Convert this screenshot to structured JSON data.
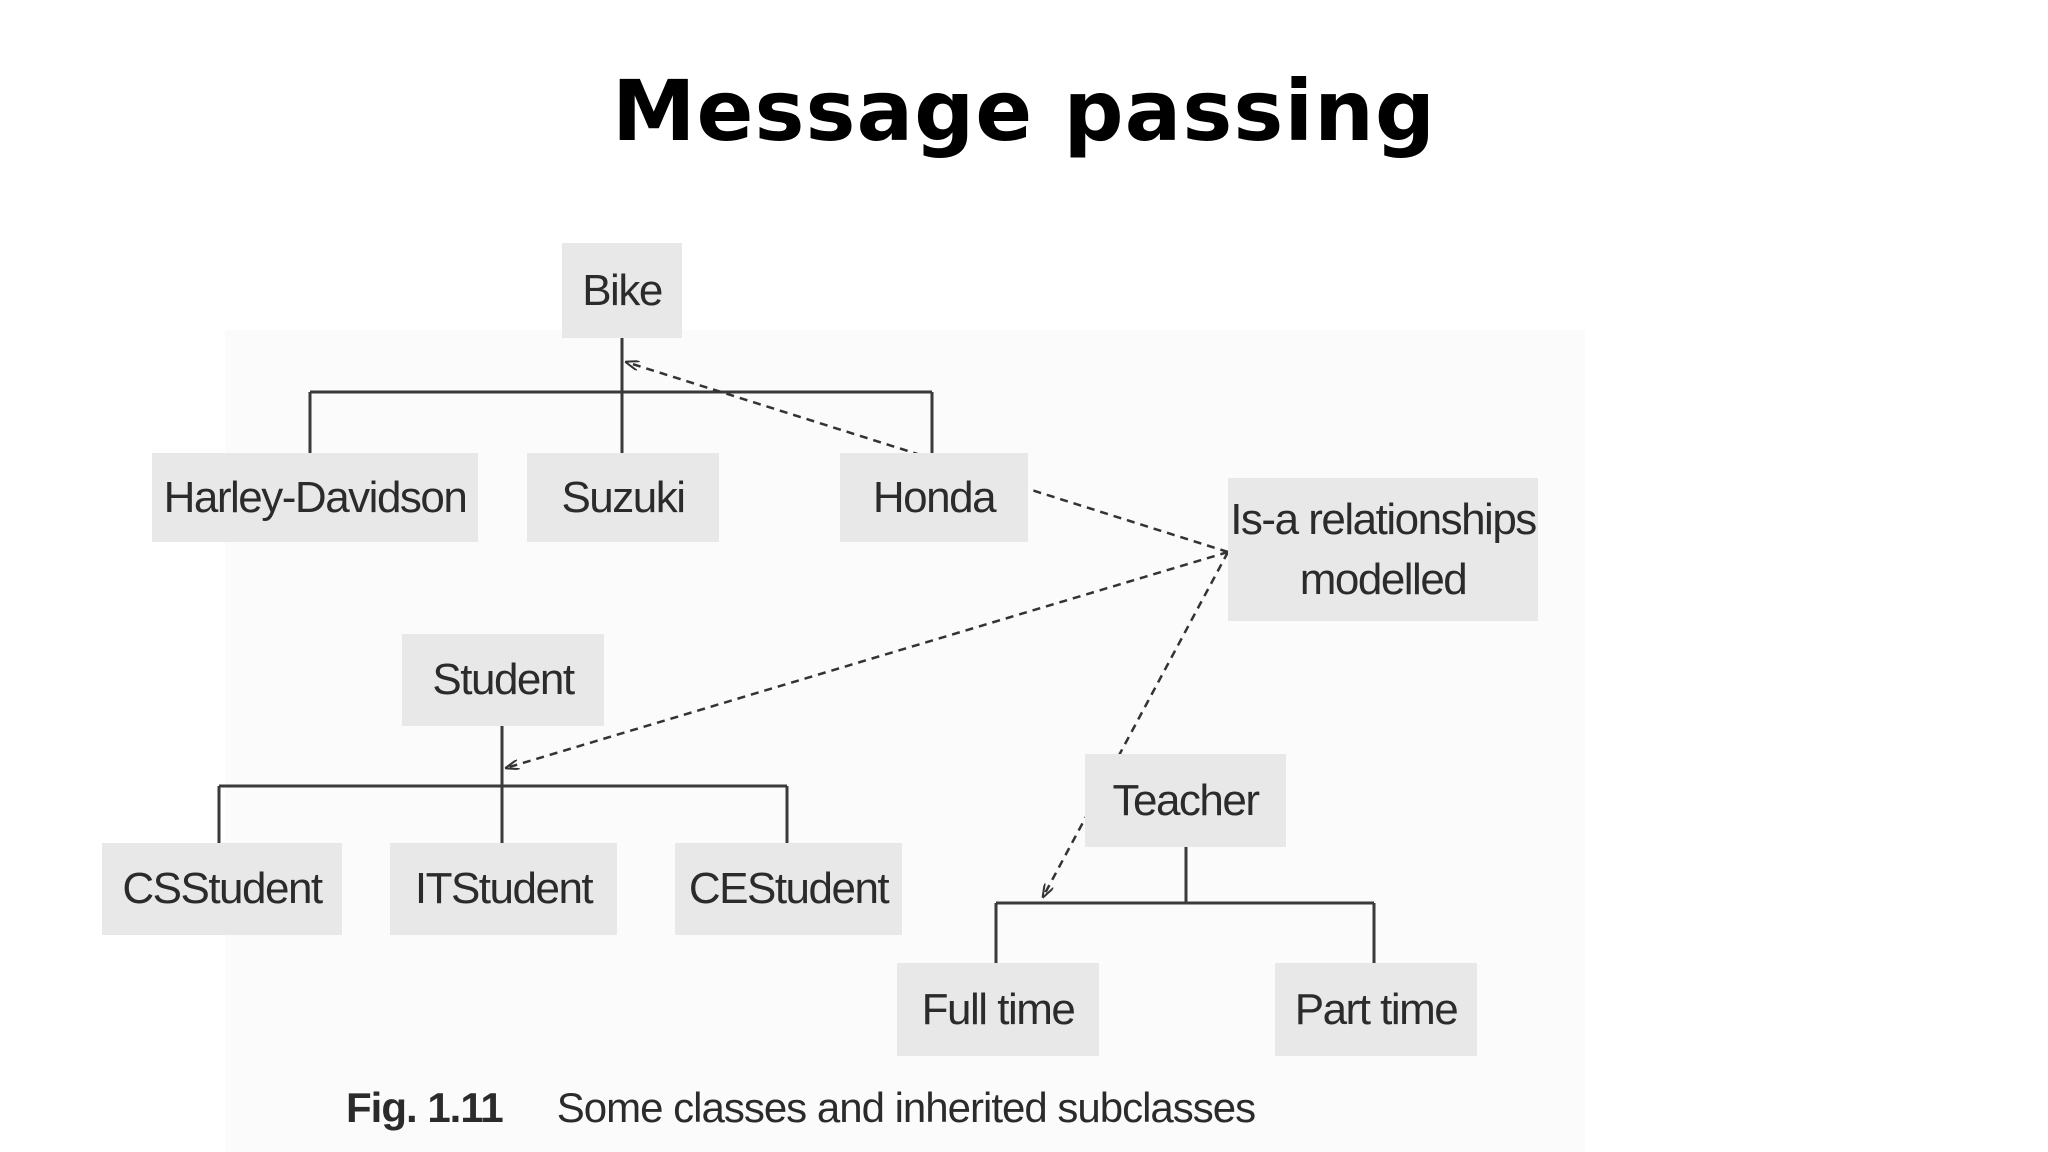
{
  "title": "Message passing",
  "nodes": {
    "bike": "Bike",
    "harley": "Harley-Davidson",
    "suzuki": "Suzuki",
    "honda": "Honda",
    "student": "Student",
    "cs_student": "CSStudent",
    "it_student": "ITStudent",
    "ce_student": "CEStudent",
    "teacher": "Teacher",
    "full_time": "Full time",
    "part_time": "Part time",
    "isa_line1": "Is-a relationships",
    "isa_line2": "modelled"
  },
  "caption": {
    "number": "Fig. 1.11",
    "text": "Some classes and inherited subclasses"
  }
}
